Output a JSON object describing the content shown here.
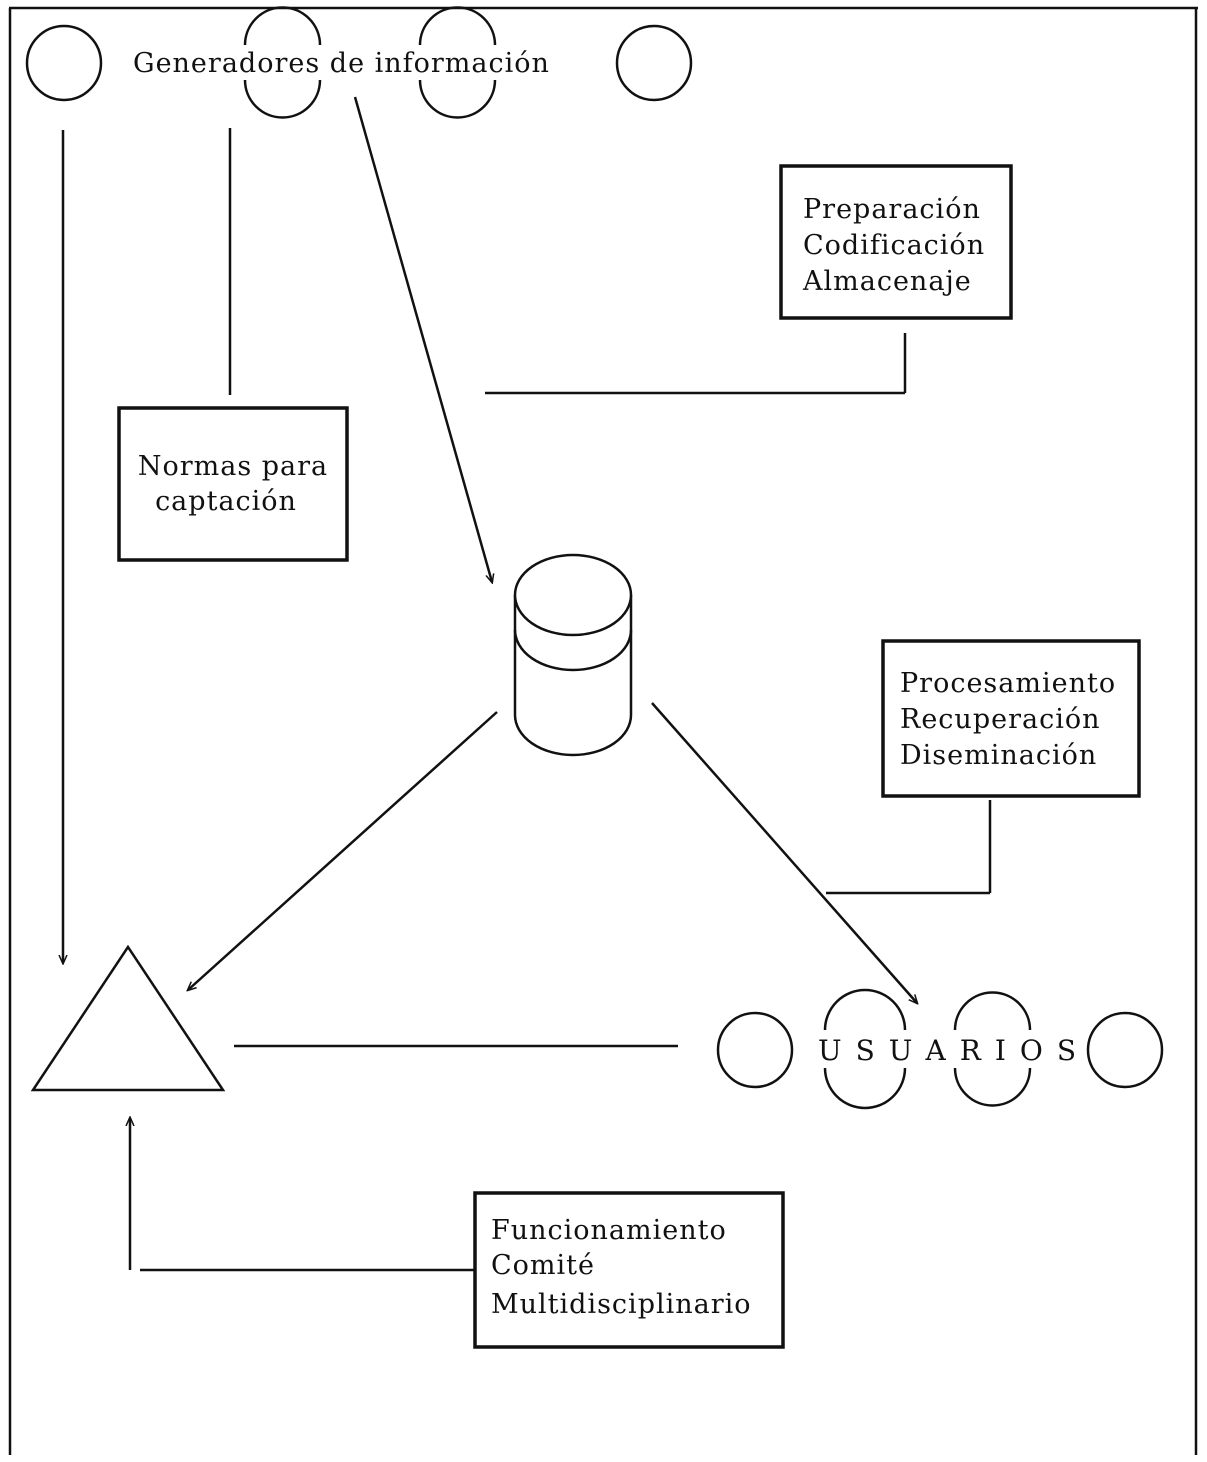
{
  "generators": {
    "label": "Generadores de información"
  },
  "users": {
    "label": "USUARIOS"
  },
  "box_normas": {
    "lines": [
      "Normas para",
      "captación"
    ]
  },
  "box_preparacion": {
    "lines": [
      "Preparación",
      "Codificación",
      "Almacenaje"
    ]
  },
  "box_procesamiento": {
    "lines": [
      "Procesamiento",
      "Recuperación",
      "Diseminación"
    ]
  },
  "box_funcionamiento": {
    "lines": [
      "Funcionamiento",
      "Comité",
      "Multidisciplinario"
    ]
  }
}
